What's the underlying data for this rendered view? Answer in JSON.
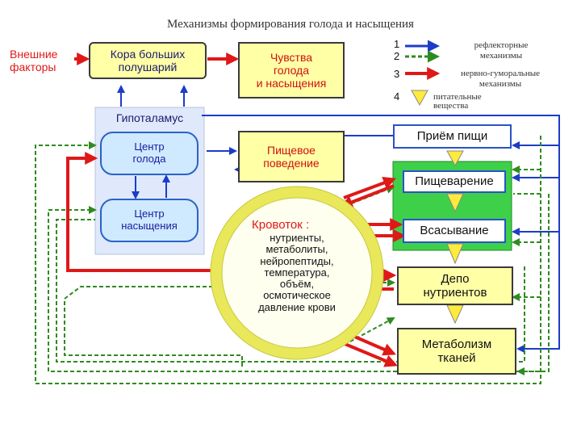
{
  "title": "Механизмы формирования голода и насыщения",
  "external_factors": "Внешние\nфакторы",
  "cortex": "Кора больших\nполушарий",
  "feelings": "Чувства\nголода\nи насыщения",
  "hypothalamus": "Гипоталамус",
  "hunger_center": "Центр\nголода",
  "satiety_center": "Центр\nнасыщения",
  "food_behavior": "Пищевое\nповедение",
  "food_intake": "Приём пищи",
  "digestion": "Пищеварение",
  "absorption": "Всасывание",
  "nutrient_depot": "Депо\nнутриентов",
  "tissue_metabolism": "Метаболизм\nтканей",
  "bloodstream_title": "Кровоток :",
  "bloodstream_items": "нутриенты,\nметаболиты,\nнейропептиды,\nтемпература,\nобъём,\nосмотическое\nдавление крови",
  "legend": {
    "n1": "1",
    "n2": "2",
    "n3": "3",
    "n4": "4",
    "reflex": "рефлекторные\nмеханизмы",
    "neurohumoral": "нервно-гуморальные\nмеханизмы",
    "nutrients": "питательные\nвещества"
  },
  "colors": {
    "reflex_blue": "#1c3cc8",
    "neuro_green": "#2e8b1e",
    "humoral_red": "#e01818",
    "nutrient_yellow": "#ffeb3b"
  }
}
